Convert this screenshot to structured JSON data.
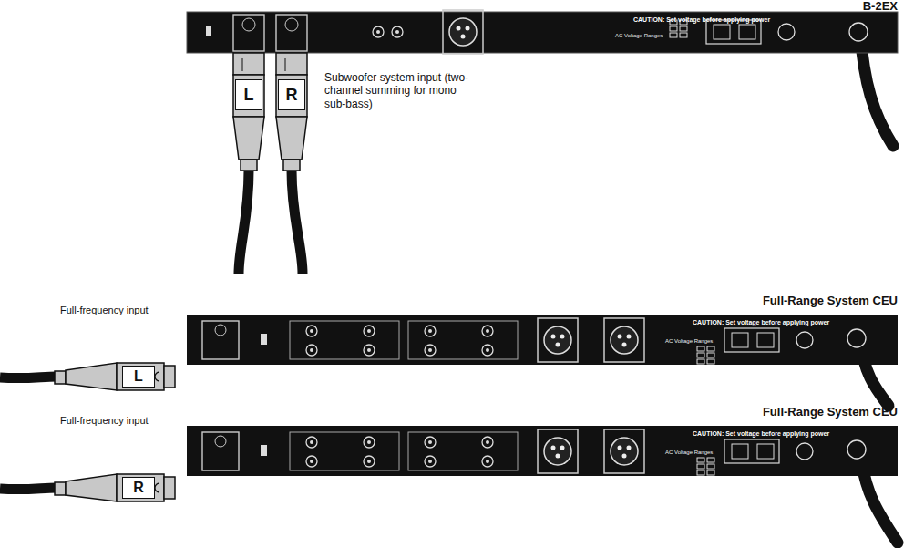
{
  "diagram": {
    "nodes": [
      {
        "text": [
          "B-2EX",
          "CAUTION: Set voltage before applying power",
          "AC Voltage Ranges"
        ]
      },
      {
        "text": [
          "L"
        ]
      },
      {
        "text": [
          "R"
        ]
      },
      {
        "text": [
          "Full-Range System CEU",
          "CAUTION: Set voltage before applying power",
          "AC Voltage Ranges"
        ]
      },
      {
        "text": [
          "L"
        ]
      },
      {
        "text": [
          "Full-Range System CEU",
          "CAUTION: Set voltage before applying power",
          "AC Voltage Ranges"
        ]
      },
      {
        "text": [
          "R"
        ]
      }
    ],
    "labels": [
      "Subwoofer system input (two-channel summing for mono sub-bass)",
      "Full-frequency input",
      "Full-frequency input"
    ]
  }
}
